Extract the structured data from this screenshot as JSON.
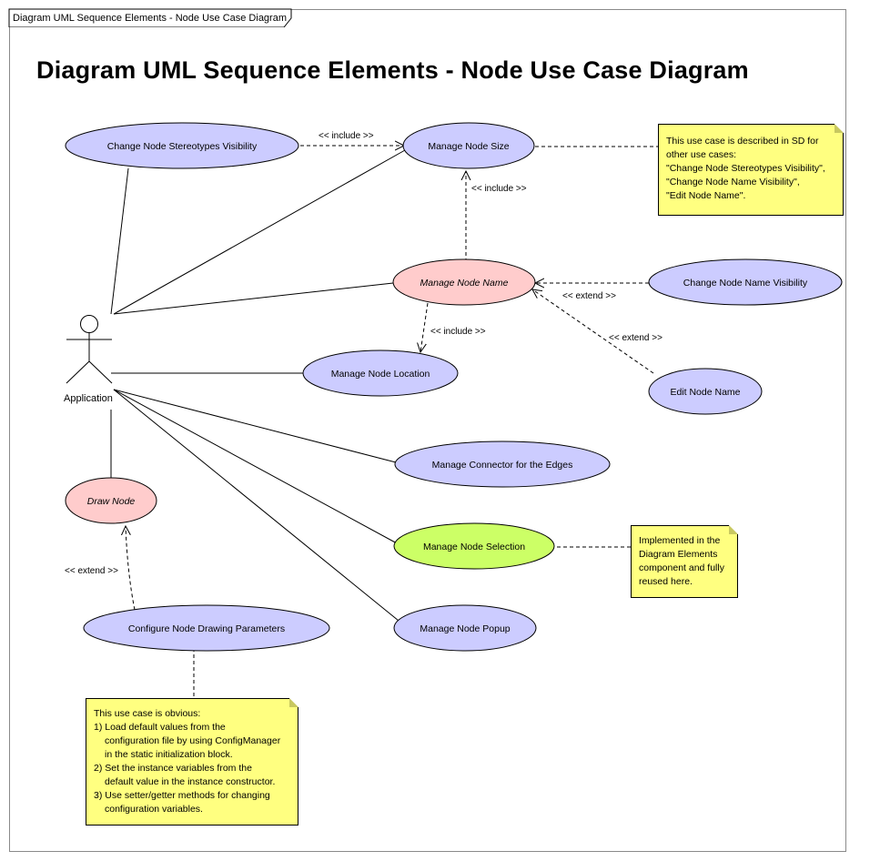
{
  "frame": {
    "tab_label": "Diagram UML Sequence Elements - Node Use Case Diagram",
    "title": "Diagram UML Sequence Elements - Node Use Case Diagram"
  },
  "actor": {
    "label": "Application"
  },
  "use_cases": {
    "change_stereotypes": "Change Node Stereotypes Visibility",
    "manage_size": "Manage Node Size",
    "manage_name": "Manage Node Name",
    "change_name_visibility": "Change Node Name Visibility",
    "manage_location": "Manage Node Location",
    "edit_name": "Edit Node Name",
    "manage_connector": "Manage Connector for the Edges",
    "draw_node": "Draw Node",
    "manage_selection": "Manage Node Selection",
    "configure_drawing": "Configure Node Drawing Parameters",
    "manage_popup": "Manage Node Popup"
  },
  "relations": {
    "include_1": "<< include >>",
    "include_2": "<< include >>",
    "include_3": "<< include >>",
    "extend_1": "<< extend >>",
    "extend_2": "<< extend >>",
    "extend_3": "<< extend >>"
  },
  "notes": {
    "size_note": [
      "This use case is described in SD for",
      "other use cases:",
      "\"Change Node Stereotypes Visibility\",",
      "\"Change Node Name Visibility\",",
      "\"Edit Node Name\"."
    ],
    "selection_note": [
      "Implemented in the",
      "Diagram Elements",
      "component and fully",
      "reused here."
    ],
    "config_note": {
      "intro": "This use case is obvious:",
      "items": [
        "1) Load default values from the",
        "configuration file by using ConfigManager",
        "in the static initialization block.",
        "2) Set the instance variables from the",
        "default value in the instance constructor.",
        "3) Use setter/getter methods for changing",
        "configuration variables."
      ]
    }
  },
  "colors": {
    "blue_usecase": "#ccccff",
    "pink_usecase": "#ffcccc",
    "green_usecase": "#ccff66",
    "note_fill": "#ffff80"
  }
}
